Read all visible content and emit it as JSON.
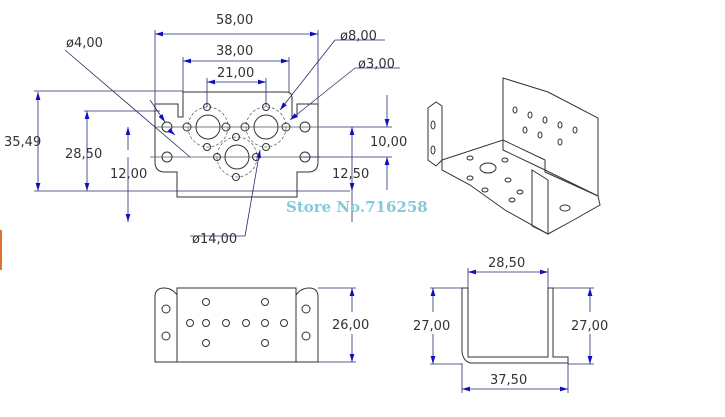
{
  "front_view": {
    "dims": {
      "width_total": "58,00",
      "width_inner": "38,00",
      "hole_spacing": "21,00",
      "height_total": "35,49",
      "height_mid": "28,50",
      "height_low": "12,00",
      "right_offset": "10,00",
      "right_height": "12,50"
    },
    "diameters": {
      "d4": "ø4,00",
      "d8": "ø8,00",
      "d3": "ø3,00",
      "d14": "ø14,00"
    }
  },
  "watermark": "Store No.716258",
  "side_view": {
    "height": "26,00"
  },
  "u_view": {
    "inner_width": "28,50",
    "left_height": "27,00",
    "right_height": "27,00",
    "base_width": "37,50"
  },
  "colors": {
    "dimension_arrow": "#1010c0",
    "watermark": "#86c8dc",
    "line": "#333333"
  }
}
